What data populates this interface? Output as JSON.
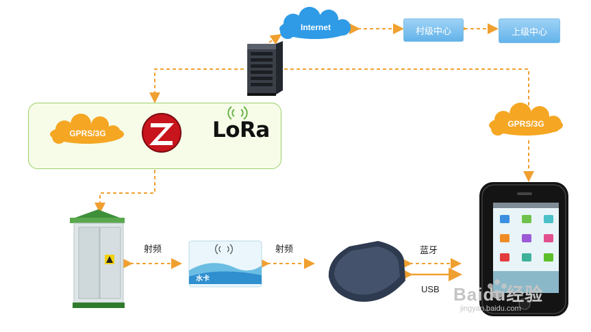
{
  "nodes": {
    "internet": "Internet",
    "village_center": "村级中心",
    "upper_center": "上级中心",
    "gprs_left": "GPRS/3G",
    "gprs_right": "GPRS/3G",
    "lora": "LoRa",
    "rf_left": "射频",
    "rf_right": "射频",
    "bluetooth": "蓝牙",
    "usb": "USB",
    "card_title": "水卡"
  },
  "watermark": {
    "brand": "Baidu经验",
    "url": "jingyan.baidu.com"
  },
  "colors": {
    "arrow": "#f0a030",
    "cloud": "#f5a623",
    "box": "#6bb7ea",
    "panel_border": "#9ccf6a"
  }
}
